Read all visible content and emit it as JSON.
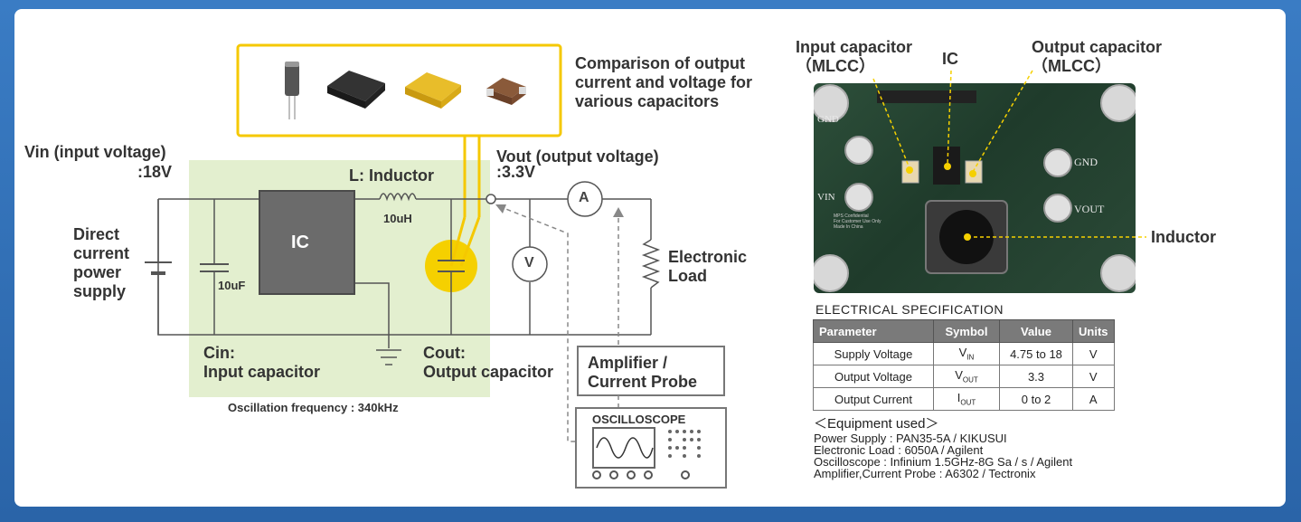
{
  "circuit": {
    "comparison_text": [
      "Comparison of output",
      "current and voltage for",
      "various capacitors"
    ],
    "vin_label": "Vin (input voltage)",
    "vin_value": ":18V",
    "vout_label": "Vout (output voltage)",
    "vout_value": ":3.3V",
    "inductor_label": "L: Inductor",
    "inductor_value": "10uH",
    "ic_label": "IC",
    "cin_value": "10uF",
    "dc_supply": [
      "Direct",
      "current",
      "power",
      "supply"
    ],
    "cin_label": [
      "Cin:",
      "Input capacitor"
    ],
    "cout_label": [
      "Cout:",
      "Output capacitor"
    ],
    "electronic_load": [
      "Electronic",
      "Load"
    ],
    "ammeter": "A",
    "voltmeter": "V",
    "amplifier": [
      "Amplifier /",
      "Current Probe"
    ],
    "oscilloscope": "OSCILLOSCOPE",
    "oscillation": "Oscillation frequency : 340kHz"
  },
  "board": {
    "input_capacitor": [
      "Input capacitor",
      "（MLCC）"
    ],
    "ic": "IC",
    "output_capacitor": [
      "Output capacitor",
      "（MLCC）"
    ],
    "inductor": "Inductor",
    "silk": {
      "gnd_left": "GND",
      "vin": "VIN",
      "gnd_right": "GND",
      "vout": "VOUT",
      "note": [
        "MPS Confidential",
        "For Customer Use Only",
        "Made In China"
      ]
    }
  },
  "spec": {
    "title": "ELECTRICAL SPECIFICATION",
    "headers": [
      "Parameter",
      "Symbol",
      "Value",
      "Units"
    ],
    "rows": [
      {
        "parameter": "Supply Voltage",
        "symbol": "V",
        "sub": "IN",
        "value": "4.75 to 18",
        "unit": "V"
      },
      {
        "parameter": "Output Voltage",
        "symbol": "V",
        "sub": "OUT",
        "value": "3.3",
        "unit": "V"
      },
      {
        "parameter": "Output Current",
        "symbol": "I",
        "sub": "OUT",
        "value": "0 to 2",
        "unit": "A"
      }
    ]
  },
  "equipment": {
    "heading": "＜Equipment used＞",
    "lines": [
      "Power Supply : PAN35-5A / KIKUSUI",
      "Electronic Load : 6050A / Agilent",
      "Oscilloscope : Infinium 1.5GHz-8G Sa / s / Agilent",
      "Amplifier,Current Probe : A6302 / Tectronix"
    ]
  },
  "colors": {
    "accent_yellow": "#f5d000",
    "board_green": "#1f3b2b",
    "frame_blue": "#2d6db0"
  }
}
